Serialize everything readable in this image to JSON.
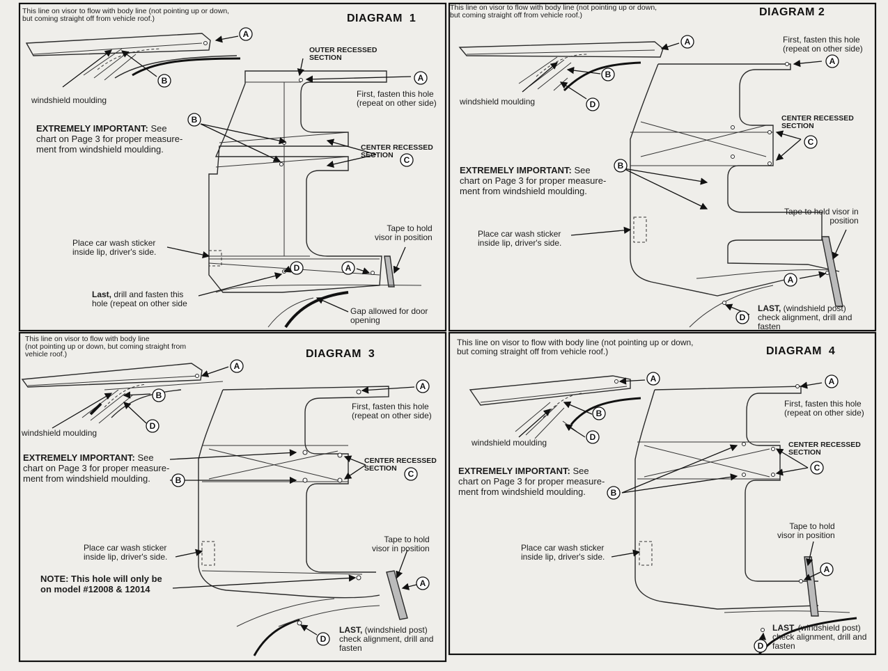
{
  "diagram1": {
    "title": "DIAGRAM  1",
    "visor_note": "This line on visor to flow with body line (not pointing up or down,\nbut coming straight off from vehicle roof.)",
    "outer_recessed": "OUTER RECESSED\nSECTION",
    "first_fasten": "First, fasten this hole\n(repeat on other side)",
    "windshield": "windshield moulding",
    "important_bold": "EXTREMELY IMPORTANT:",
    "important_rest": " See\nchart on Page 3 for proper measure-\nment from windshield moulding.",
    "center_recessed": "CENTER RECESSED\nSECTION",
    "tape": "Tape to hold\nvisor in position",
    "sticker": "Place car wash sticker\ninside lip, driver's side.",
    "last_bold": "Last,",
    "last_rest": " drill and fasten this\nhole (repeat on other side",
    "gap": "Gap allowed for door\nopening"
  },
  "diagram2": {
    "title": "DIAGRAM 2",
    "visor_note": "This line on visor to flow with body line (not pointing up or down,\nbut coming straight off from vehicle roof.)",
    "first_fasten": "First, fasten this hole\n(repeat on other side)",
    "windshield": "windshield moulding",
    "center_recessed": "CENTER RECESSED\nSECTION",
    "important_bold": "EXTREMELY IMPORTANT:",
    "important_rest": " See\nchart on Page 3 for proper measure-\nment from windshield moulding.",
    "tape": "Tape to hold visor in\nposition",
    "sticker": "Place car wash sticker\ninside lip, driver's side.",
    "last_bold": "LAST,",
    "last_rest": " (windshield post)\ncheck alignment, drill and\nfasten"
  },
  "diagram3": {
    "title": "DIAGRAM  3",
    "visor_note": "This line on visor to flow with body line\n(not pointing up or down, but coming straight from\nvehicle roof.)",
    "first_fasten": "First, fasten this hole\n(repeat on other side)",
    "windshield": "windshield moulding",
    "important_bold": "EXTREMELY IMPORTANT:",
    "important_rest": " See\nchart on Page 3 for proper measure-\nment from windshield moulding.",
    "center_recessed": "CENTER RECESSED\nSECTION",
    "sticker": "Place car wash sticker\ninside lip, driver's side.",
    "tape": "Tape to hold\nvisor in position",
    "note": "NOTE: This hole will only be\non model #12008 & 12014",
    "last_bold": "LAST,",
    "last_rest": " (windshield post)\ncheck alignment, drill and\nfasten"
  },
  "diagram4": {
    "title": "DIAGRAM  4",
    "visor_note": "This line on visor to flow with body line (not pointing up or down,\nbut coming straight off from vehicle roof.)",
    "first_fasten": "First, fasten this hole\n(repeat on other side)",
    "center_recessed": "CENTER RECESSED\nSECTION",
    "windshield": "windshield moulding",
    "important_bold": "EXTREMELY IMPORTANT:",
    "important_rest": " See\nchart on Page 3 for proper measure-\nment from windshield moulding.",
    "tape": "Tape to hold\nvisor in position",
    "sticker": "Place car wash sticker\ninside lip, driver's side.",
    "last_bold": "LAST,",
    "last_rest": " (windshield post)\ncheck alignment, drill and\nfasten"
  },
  "callouts": {
    "a": "A",
    "b": "B",
    "c": "C",
    "d": "D"
  }
}
